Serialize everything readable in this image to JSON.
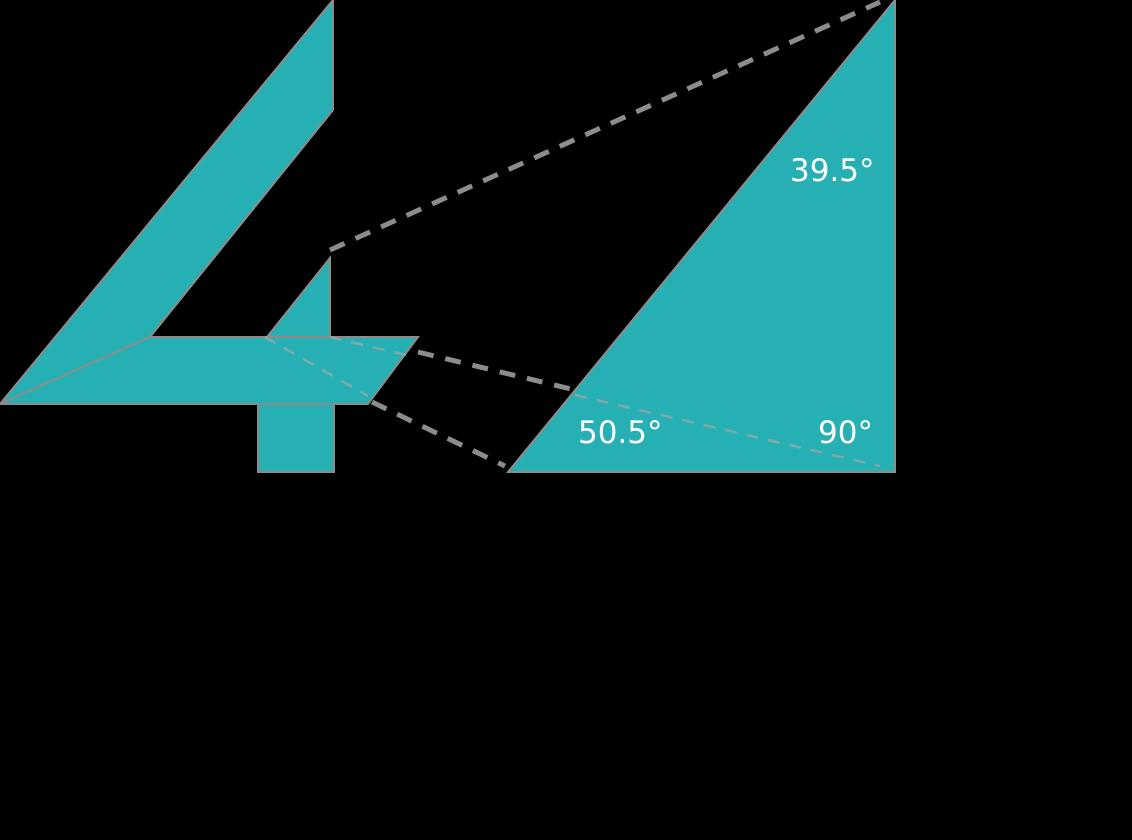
{
  "diagram": {
    "description": "Stylized digit 4 composed of teal shapes with a highlighted right triangle and dashed projection lines",
    "colors": {
      "background": "#000000",
      "fill": "#27b0b3",
      "outline": "#8c8c8c",
      "label": "#ffffff"
    },
    "angles": {
      "top": "39.5°",
      "bottom_left": "50.5°",
      "bottom_right": "90°"
    }
  }
}
